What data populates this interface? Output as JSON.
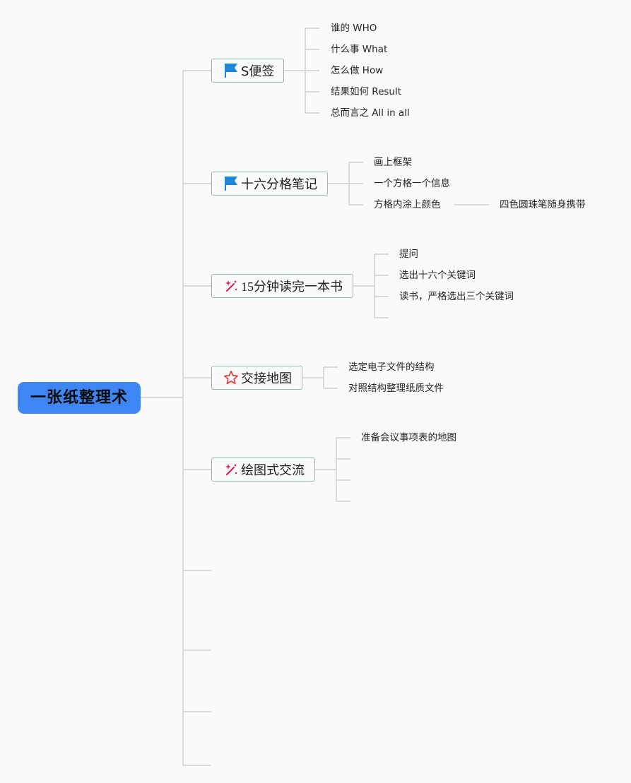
{
  "root": {
    "label": "一张纸整理术"
  },
  "branches": [
    {
      "label": "S便签",
      "icon": "flag-icon",
      "children": [
        "谁的 WHO",
        "什么事 What",
        "怎么做 How",
        "结果如何 Result",
        "总而言之 All in all"
      ]
    },
    {
      "label": "十六分格笔记",
      "icon": "flag-icon",
      "children": [
        "画上框架",
        "一个方格一个信息",
        "方格内涂上颜色"
      ],
      "grandchild": "四色圆珠笔随身携带"
    },
    {
      "label": "15分钟读完一本书",
      "icon": "sparkle-wand-icon",
      "children": [
        "提问",
        "选出十六个关键词",
        "读书，严格选出三个关键词"
      ]
    },
    {
      "label": "交接地图",
      "icon": "star-icon",
      "children": [
        "选定电子文件的结构",
        "对照结构整理纸质文件"
      ]
    },
    {
      "label": "绘图式交流",
      "icon": "sparkle-wand-icon",
      "children": [
        "准备会议事项表的地图"
      ]
    }
  ],
  "colors": {
    "root": "#3f86f5",
    "branch_border": "#86bfa9",
    "line": "#cfcfcf",
    "flag": "#1e88d6",
    "star": "#e53935",
    "wand": "#d81b60"
  }
}
